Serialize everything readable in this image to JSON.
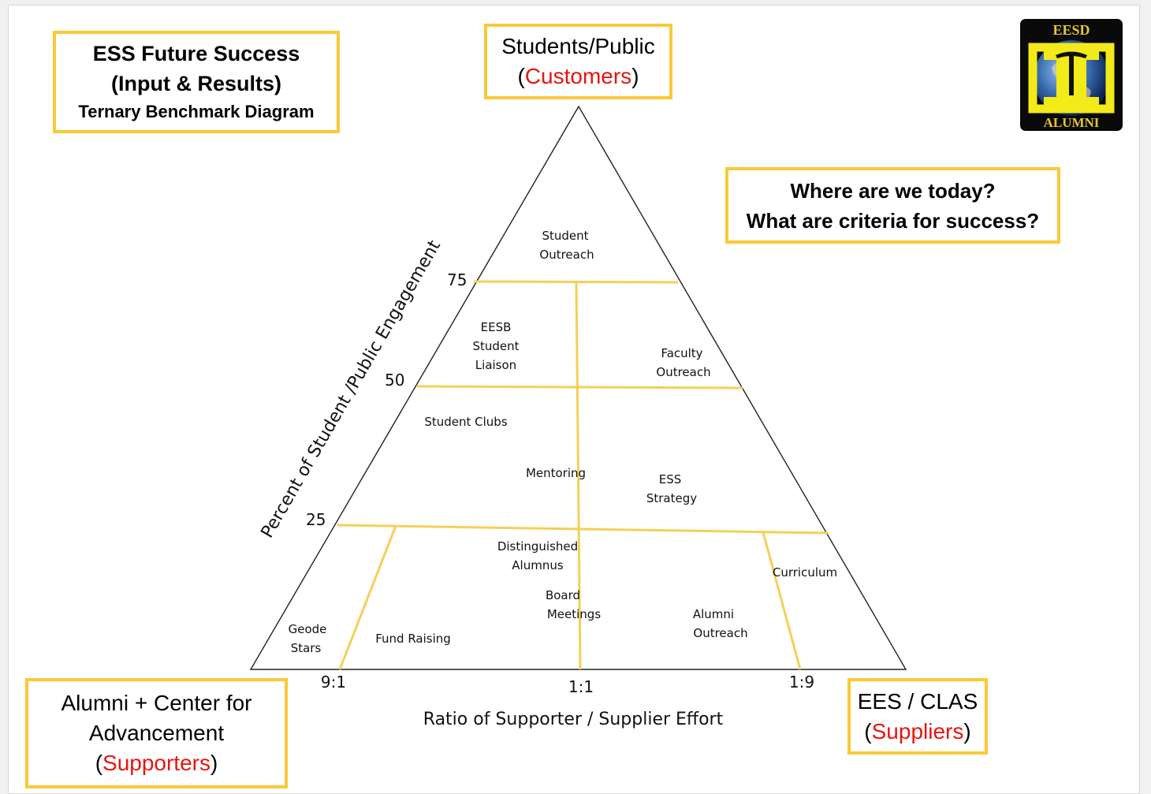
{
  "title_box": {
    "line1": "ESS Future Success",
    "line2": "(Input & Results)",
    "line3": "Ternary Benchmark Diagram"
  },
  "top_box": {
    "line1": "Students/Public",
    "paren_open": "(",
    "red": "Customers",
    "paren_close": ")"
  },
  "question_box": {
    "line1": "Where are we today?",
    "line2": "What are criteria for success?"
  },
  "left_box": {
    "line1": "Alumni +  Center for",
    "line2": "Advancement",
    "paren_open": "(",
    "red": "Supporters",
    "paren_close": ")"
  },
  "right_box": {
    "line1": "EES / CLAS",
    "paren_open": "(",
    "red": "Suppliers",
    "paren_close": ")"
  },
  "logo": {
    "top_text": "EESD",
    "bottom_text": "ALUMNI",
    "name": "eesd-alumni-logo"
  },
  "axis": {
    "left_label": "Percent of Student /Public Engagement",
    "bottom_label": "Ratio of Supporter / Supplier Effort",
    "left_ticks": [
      "75",
      "50",
      "25"
    ],
    "bottom_ticks": [
      "9:1",
      "1:1",
      "1:9"
    ]
  },
  "regions": {
    "student_outreach": [
      "Student",
      "Outreach"
    ],
    "eesb_liaison": [
      "EESB",
      "Student",
      "Liaison"
    ],
    "faculty_outreach": [
      "Faculty",
      "Outreach"
    ],
    "student_clubs": "Student Clubs",
    "mentoring": "Mentoring",
    "ess_strategy": [
      "ESS",
      "Strategy"
    ],
    "distinguished_alumnus": [
      "Distinguished",
      "Alumnus"
    ],
    "board_meetings": [
      "Board",
      "Meetings"
    ],
    "curriculum": "Curriculum",
    "alumni_outreach": [
      "Alumni",
      "Outreach"
    ],
    "geode_stars": [
      "Geode",
      "Stars"
    ],
    "fund_raising": "Fund Raising"
  },
  "colors": {
    "accent_yellow": "#f9c937",
    "label_red": "#e8140f",
    "line_yellow": "#f5cf57"
  }
}
